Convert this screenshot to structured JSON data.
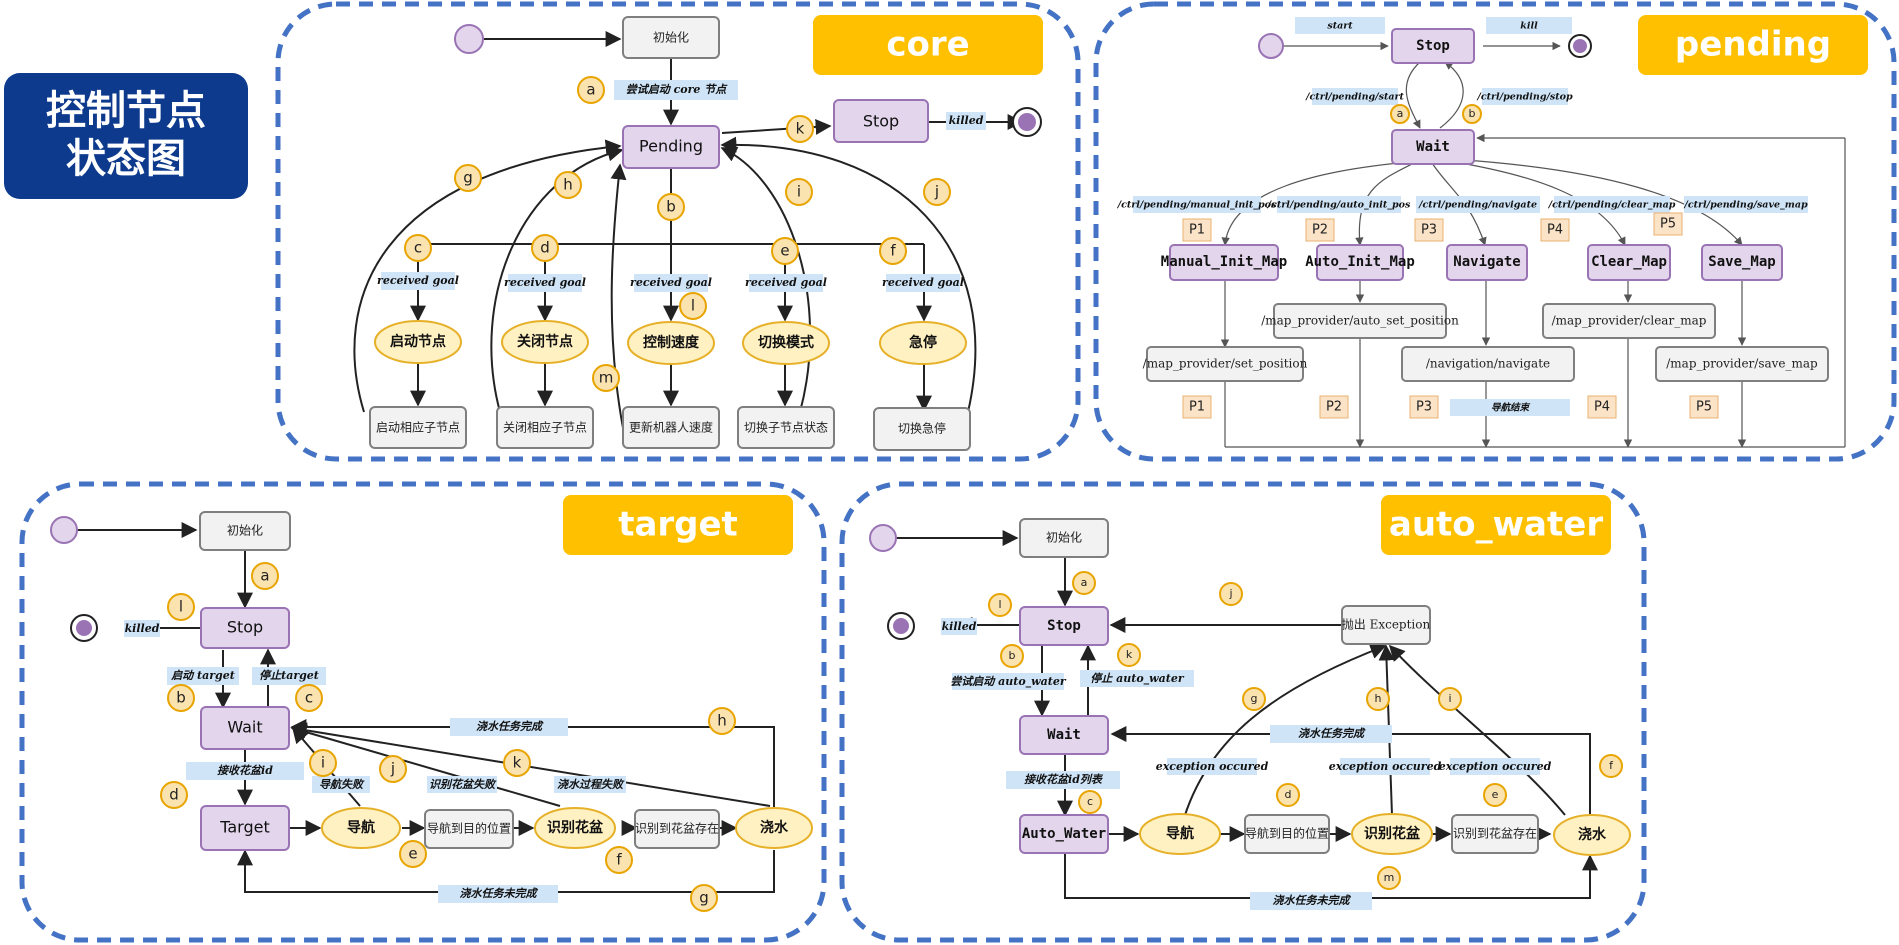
{
  "title": {
    "line1": "控制节点",
    "line2": "状态图"
  },
  "core": {
    "tag": "core",
    "init": "初始化",
    "pending": "Pending",
    "stop": "Stop",
    "try_start": "尝试启动 core 节点",
    "killed": "killed",
    "received_goal": "received goal",
    "nodes": [
      "启动节点",
      "关闭节点",
      "控制速度",
      "切换模式",
      "急停"
    ],
    "actions": [
      "启动相应子节点",
      "关闭相应子节点",
      "更新机器人速度",
      "切换子节点状态",
      "切换急停"
    ],
    "badges": [
      "a",
      "b",
      "c",
      "d",
      "e",
      "f",
      "g",
      "h",
      "i",
      "j",
      "k",
      "l",
      "m"
    ]
  },
  "pending": {
    "tag": "pending",
    "stop": "Stop",
    "wait": "Wait",
    "start": "start",
    "kill": "kill",
    "to_start": "/ctrl/pending/start",
    "to_stop": "/ctrl/pending/stop",
    "badges": [
      "a",
      "b"
    ],
    "topics": [
      "/ctrl/pending/manual_init_pos",
      "/ctrl/pending/auto_init_pos",
      "/ctrl/pending/navigate",
      "/ctrl/pending/clear_map",
      "/ctrl/pending/save_map"
    ],
    "states": [
      "Manual_Init_Map",
      "Auto_Init_Map",
      "Navigate",
      "Clear_Map",
      "Save_Map"
    ],
    "services": [
      "/map_provider/set_position",
      "/map_provider/auto_set_position",
      "/navigation/navigate",
      "/map_provider/clear_map",
      "/map_provider/save_map"
    ],
    "points": [
      "P1",
      "P2",
      "P3",
      "P4",
      "P5"
    ],
    "nav_done": "导航结束"
  },
  "target": {
    "tag": "target",
    "init": "初始化",
    "stop": "Stop",
    "wait": "Wait",
    "target": "Target",
    "killed": "killed",
    "start_target": "启动 target",
    "stop_target": "停止target",
    "recv_pot": "接收花盆id",
    "nav": "导航",
    "nav_to": "导航到目的位置",
    "recog": "识别花盆",
    "recog_exist": "识别到花盆存在",
    "water": "浇水",
    "nav_fail": "导航失败",
    "recog_fail": "识别花盆失败",
    "water_fail": "浇水过程失败",
    "water_done": "浇水任务完成",
    "water_undone": "浇水任务未完成",
    "badges": [
      "a",
      "b",
      "c",
      "d",
      "e",
      "f",
      "g",
      "h",
      "i",
      "j",
      "k",
      "l"
    ]
  },
  "auto_water": {
    "tag": "auto_water",
    "init": "初始化",
    "stop": "Stop",
    "wait": "Wait",
    "auto_water": "Auto_Water",
    "killed": "killed",
    "exception": "抛出 Exception",
    "try_start": "尝试启动 auto_water",
    "stop_label": "停止 auto_water",
    "recv_list": "接收花盆id列表",
    "nav": "导航",
    "nav_to": "导航到目的位置",
    "recog": "识别花盆",
    "recog_exist": "识别到花盆存在",
    "water": "浇水",
    "exc_occured": "exception occured",
    "water_done": "浇水任务完成",
    "water_undone": "浇水任务未完成",
    "badges": [
      "a",
      "b",
      "c",
      "d",
      "e",
      "f",
      "g",
      "h",
      "i",
      "j",
      "k",
      "l",
      "m"
    ]
  }
}
